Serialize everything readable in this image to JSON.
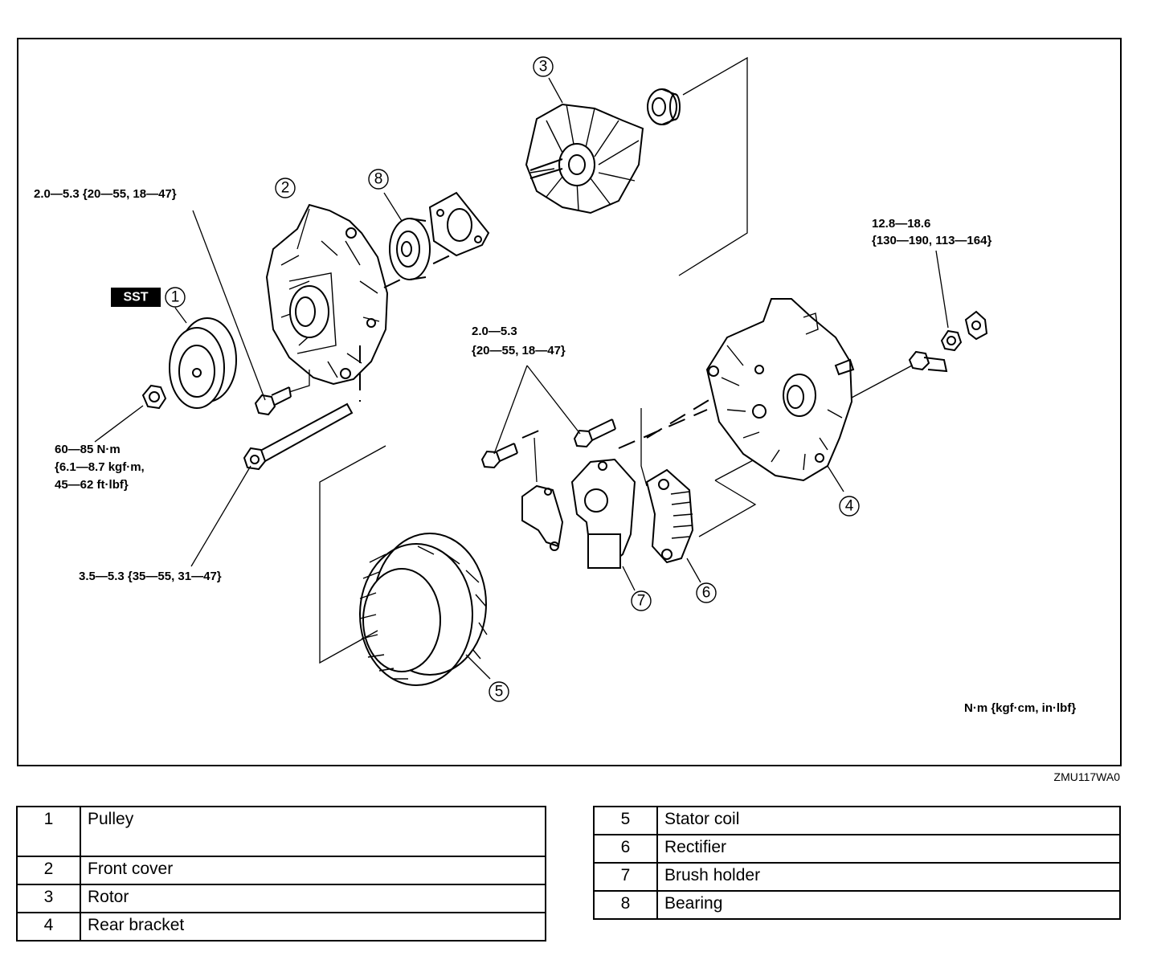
{
  "diagram": {
    "sst_label": "SST",
    "unit_note": "N·m {kgf·cm, in·lbf}",
    "figure_code": "ZMU117WA0",
    "torque": {
      "front_cover_bolt": "2.0—5.3 {20—55, 18—47}",
      "pulley_nut_line1": "60—85 N·m",
      "pulley_nut_line2": "{6.1—8.7 kgf·m,",
      "pulley_nut_line3": "45—62 ft·lbf}",
      "through_bolt": "3.5—5.3 {35—55, 31—47}",
      "brush_rectifier_line1": "2.0—5.3",
      "brush_rectifier_line2": "{20—55, 18—47}",
      "terminal_nut_line1": "12.8—18.6",
      "terminal_nut_line2": "{130—190, 113—164}"
    },
    "callouts": [
      "1",
      "2",
      "3",
      "4",
      "5",
      "6",
      "7",
      "8"
    ]
  },
  "parts_left": [
    {
      "num": "1",
      "name": "Pulley"
    },
    {
      "num": "2",
      "name": "Front cover"
    },
    {
      "num": "3",
      "name": "Rotor"
    },
    {
      "num": "4",
      "name": "Rear bracket"
    }
  ],
  "parts_right": [
    {
      "num": "5",
      "name": "Stator coil"
    },
    {
      "num": "6",
      "name": "Rectifier"
    },
    {
      "num": "7",
      "name": "Brush holder"
    },
    {
      "num": "8",
      "name": "Bearing"
    }
  ]
}
